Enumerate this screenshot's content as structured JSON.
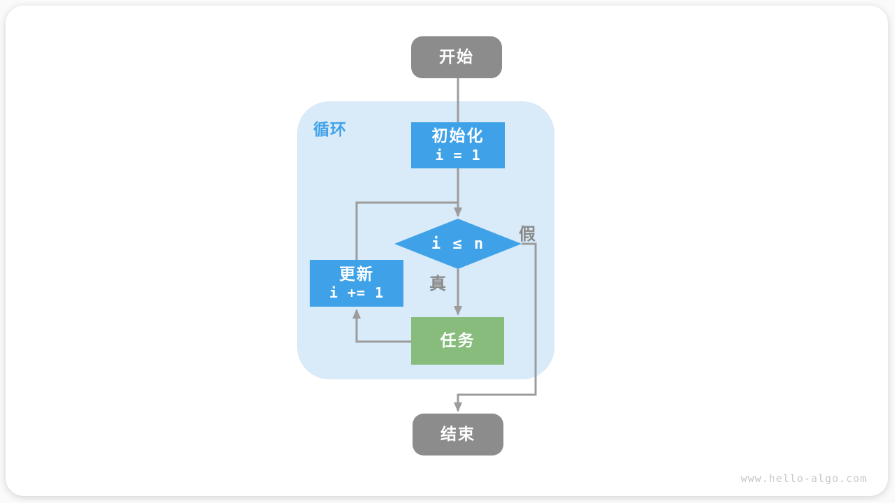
{
  "flowchart": {
    "nodes": {
      "start": {
        "label": "开始"
      },
      "init": {
        "label": "初始化",
        "code": "i = 1"
      },
      "decision": {
        "label": "i ≤ n"
      },
      "update": {
        "label": "更新",
        "code": "i += 1"
      },
      "task": {
        "label": "任务"
      },
      "end": {
        "label": "结束"
      }
    },
    "loop_region": {
      "label": "循环"
    },
    "edges": {
      "true_label": "真",
      "false_label": "假"
    },
    "colors": {
      "node_blue": "#3FA2E8",
      "node_green": "#87BC7D",
      "node_gray": "#8C8C8C",
      "loop_bg": "#D9EAF8",
      "line_gray": "#9C9C9C",
      "label_gray": "#8A8A8A"
    }
  },
  "page": {
    "watermark": "www.hello-algo.com"
  }
}
